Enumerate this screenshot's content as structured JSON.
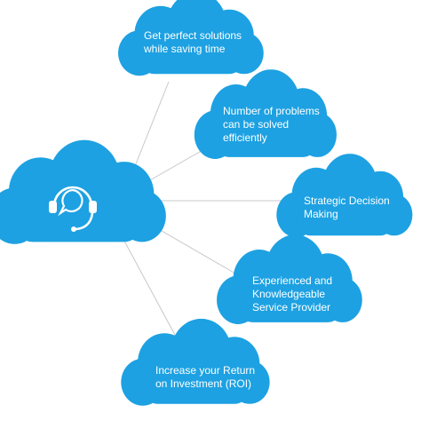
{
  "colors": {
    "cloud": "#1da1e2",
    "connector": "#c8c8c8",
    "text": "#ffffff"
  },
  "hub": {
    "icon": "customer-support-headset-icon"
  },
  "benefits": [
    {
      "lines": [
        "Get perfect solutions",
        "while saving time"
      ]
    },
    {
      "lines": [
        "Number of problems",
        "can be solved",
        "efficiently"
      ]
    },
    {
      "lines": [
        "Strategic Decision",
        "Making"
      ]
    },
    {
      "lines": [
        "Experienced and",
        "Knowledgeable",
        "Service Provider"
      ]
    },
    {
      "lines": [
        "Increase your Return",
        "on Investment (ROI)"
      ]
    }
  ]
}
